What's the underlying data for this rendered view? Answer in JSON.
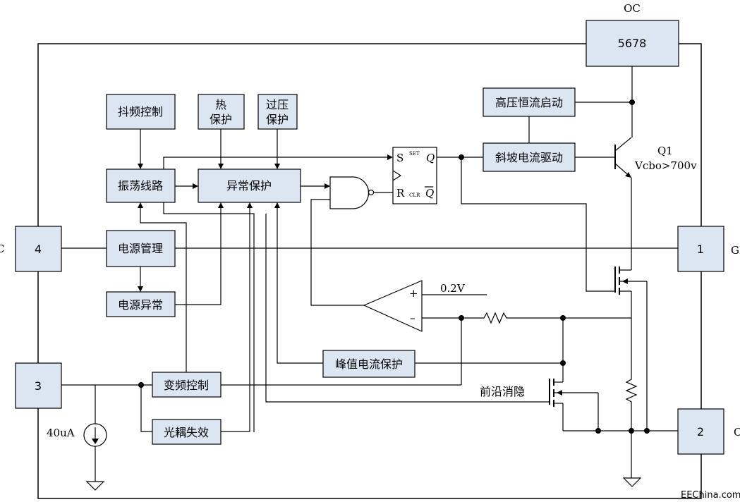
{
  "pins": {
    "top": {
      "label": "5678",
      "name": "OC"
    },
    "pin1": {
      "label": "1",
      "name": "GN"
    },
    "pin2": {
      "label": "2",
      "name": "C"
    },
    "pin3": {
      "label": "3"
    },
    "pin4": {
      "label": "4",
      "name": "C"
    }
  },
  "blocks": {
    "dither": "抖频控制",
    "thermal": [
      "热",
      "保护"
    ],
    "ovp": [
      "过压",
      "保护"
    ],
    "oscillator": "振荡线路",
    "fault": "异常保护",
    "hv_start": "高压恒流启动",
    "ramp_drive": "斜坡电流驱动",
    "power_mgmt": "电源管理",
    "power_fault": "电源异常",
    "peak_ocp": "峰值电流保护",
    "freq_ctrl": "变频控制",
    "opto_fail": "光耦失效"
  },
  "labels": {
    "q1": "Q1",
    "vcbo": "Vcbo>700v",
    "vref": "0.2V",
    "leb": "前沿消隐",
    "current_src": "40uA",
    "ff_s": "S",
    "ff_r": "R",
    "ff_set": "SET",
    "ff_clr": "CLR",
    "ff_q": "Q",
    "ff_qbar": "Q",
    "comp_plus": "+",
    "comp_minus": "–",
    "watermark": "EEChina.com"
  }
}
